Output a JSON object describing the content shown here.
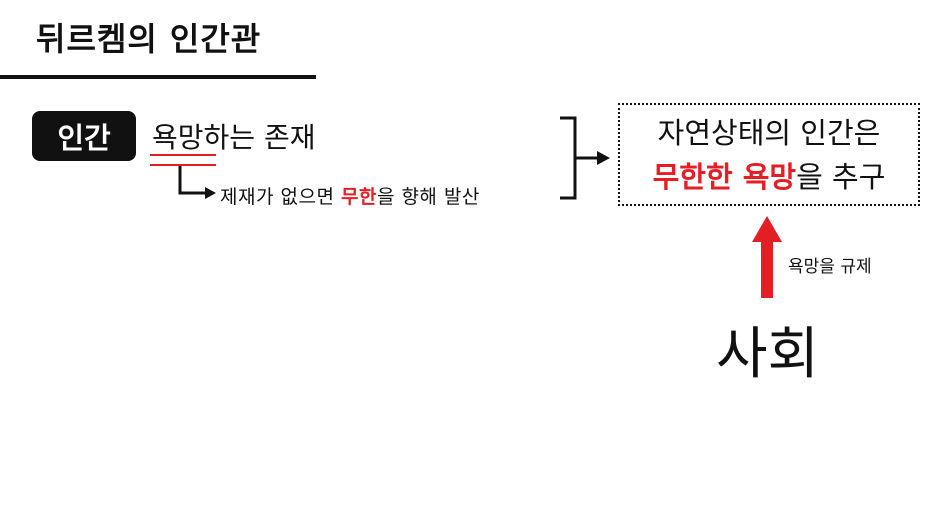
{
  "title": "뒤르켐의 인간관",
  "human": {
    "badge": "인간",
    "desc_emph": "욕망",
    "desc_rest": "하는 존재",
    "sub_pre": "제재가 없으면 ",
    "sub_emph": "무한",
    "sub_post": "을 향해 발산"
  },
  "nature_box": {
    "line1": "자연상태의 인간은",
    "line2_emph": "무한한 욕망",
    "line2_rest": "을 추구"
  },
  "society": {
    "label": "사회",
    "arrow_label": "욕망을 규제"
  },
  "colors": {
    "accent": "#e31e24",
    "ink": "#111111"
  }
}
